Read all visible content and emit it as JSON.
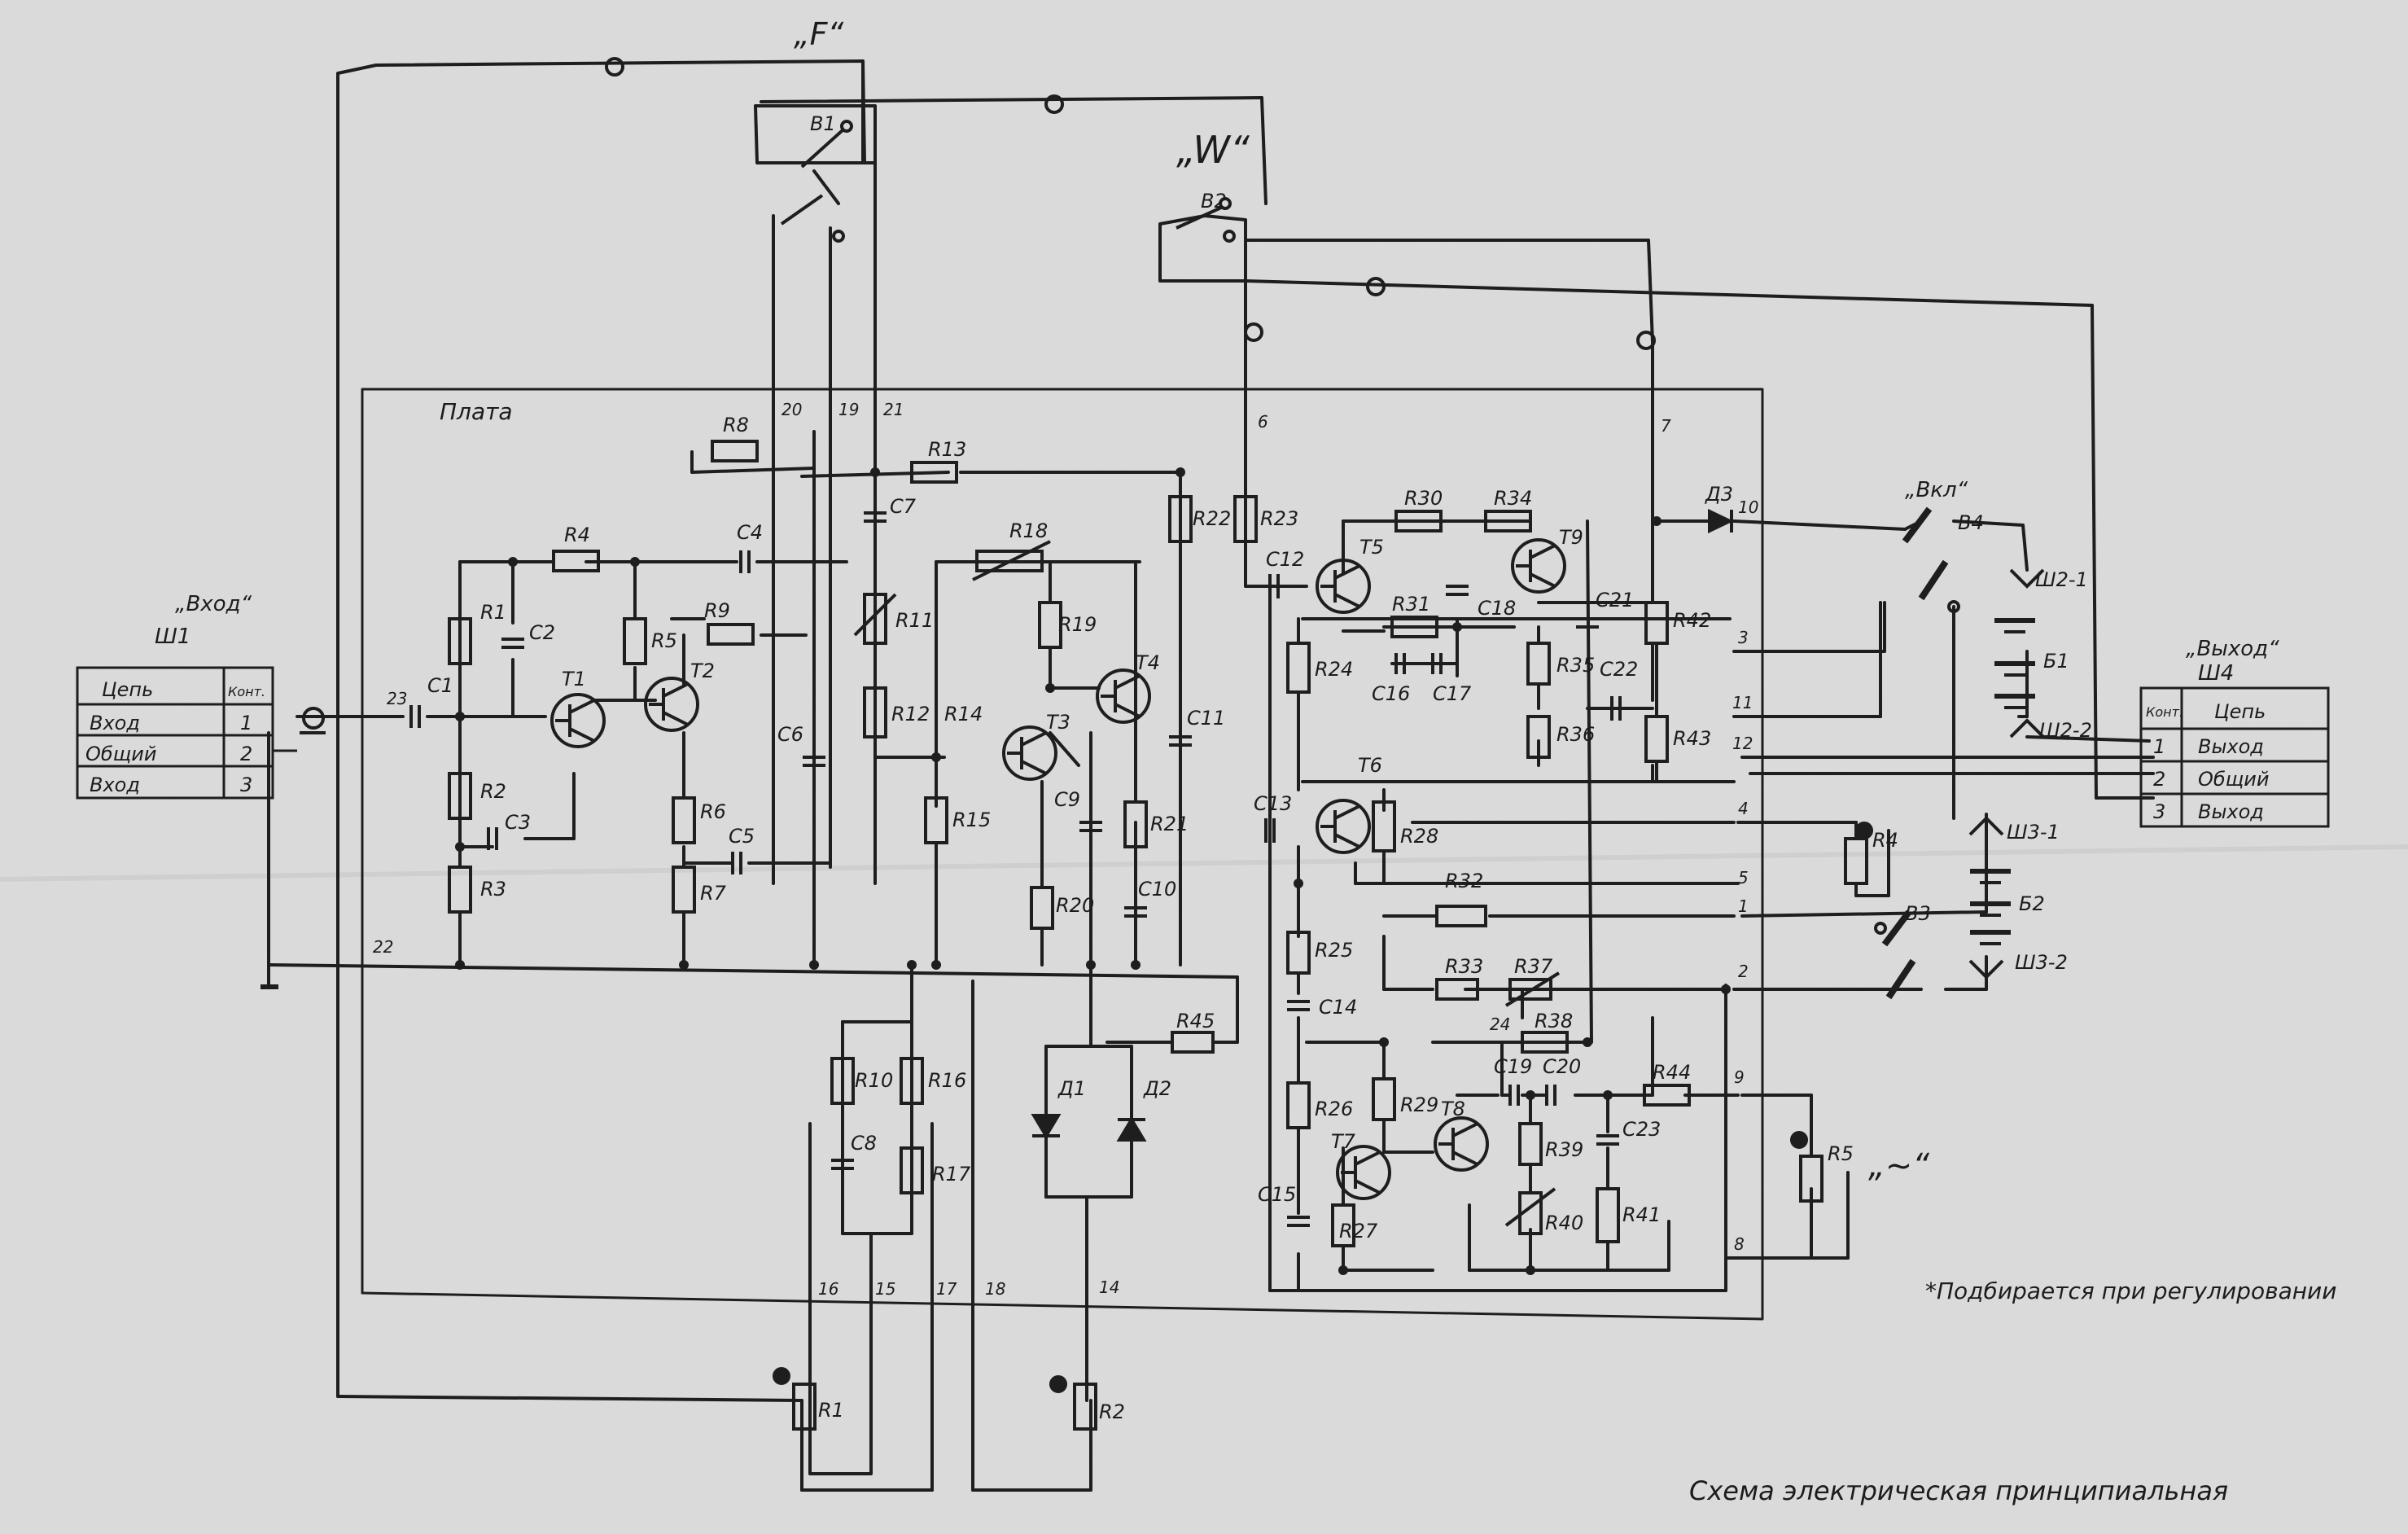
{
  "title": "Схема электрическая принципиальная",
  "note": "*Подбирается при регулировании",
  "board_label": "Плата",
  "switch_labels": {
    "f": "„F“",
    "w": "„W“",
    "on": "„Вкл“",
    "tilde": "„~“"
  },
  "input_connector": {
    "title": "„Вход“",
    "ref": "Ш1",
    "header": [
      "Цепь",
      "Конт."
    ],
    "rows": [
      [
        "Вход",
        "1"
      ],
      [
        "Общий",
        "2"
      ],
      [
        "Вход",
        "3"
      ]
    ]
  },
  "output_connector": {
    "title": "„Выход“",
    "ref": "Ш4",
    "header": [
      "Конт.",
      "Цепь"
    ],
    "rows": [
      [
        "1",
        "Выход"
      ],
      [
        "2",
        "Общий"
      ],
      [
        "3",
        "Выход"
      ]
    ]
  },
  "labels": {
    "R1": "R1",
    "R2": "R2",
    "R3": "R3",
    "R4": "R4",
    "R5": "R5",
    "R6": "R6",
    "R7": "R7",
    "R8": "R8",
    "R9": "R9",
    "R11": "R11",
    "R12": "R12",
    "R13": "R13",
    "R14": "R14",
    "R15": "R15",
    "R16": "R16",
    "R17": "R17",
    "R18": "R18",
    "R19": "R19",
    "R20": "R20",
    "R21": "R21",
    "R22": "R22",
    "R23": "R23",
    "R24": "R24",
    "R25": "R25",
    "R26": "R26",
    "R27": "R27",
    "R28": "R28",
    "R29": "R29",
    "R30": "R30",
    "R31": "R31",
    "R32": "R32",
    "R33": "R33",
    "R34": "R34",
    "R35": "R35",
    "R36": "R36",
    "R37": "R37",
    "R38": "R38",
    "R39": "R39",
    "R40": "R40",
    "R41": "R41",
    "R42": "R42",
    "R43": "R43",
    "R44": "R44",
    "R45": "R45",
    "R10": "R10",
    "R16b": "R16",
    "RR1": "R1",
    "RR2": "R2",
    "RR4": "R4",
    "RR5": "R5",
    "C1": "C1",
    "C2": "C2",
    "C3": "C3",
    "C4": "C4",
    "C5": "C5",
    "C6": "C6",
    "C7": "C7",
    "C8": "C8",
    "C9": "C9",
    "C10": "C10",
    "C11": "C11",
    "C12": "C12",
    "C13": "C13",
    "C14": "C14",
    "C15": "C15",
    "C16": "C16",
    "C17": "C17",
    "C18": "C18",
    "C19": "C19",
    "C20": "C20",
    "C21": "C21",
    "C22": "C22",
    "C23": "C23",
    "T1": "T1",
    "T2": "T2",
    "T3": "T3",
    "T4": "T4",
    "T5": "T5",
    "T6": "T6",
    "T7": "T7",
    "T8": "T8",
    "T9": "T9",
    "D1": "Д1",
    "D2": "Д2",
    "D3": "Д3",
    "B1sw": "В1",
    "B2sw": "В2",
    "B3sw": "В3",
    "B4sw": "В4",
    "BAT1": "Б1",
    "BAT2": "Б2",
    "SH21": "Ш2-1",
    "SH22": "Ш2-2",
    "SH31": "Ш3-1",
    "SH32": "Ш3-2"
  },
  "terminals": {
    "t1": "1",
    "t2": "2",
    "t3": "3",
    "t4": "4",
    "t5": "5",
    "t6": "6",
    "t7": "7",
    "t8": "8",
    "t9": "9",
    "t10": "10",
    "t11": "11",
    "t12": "12",
    "t14": "14",
    "t15": "15",
    "t16": "16",
    "t17": "17",
    "t18": "18",
    "t19": "19",
    "t20": "20",
    "t21": "21",
    "t22": "22",
    "t23": "23",
    "t24": "24"
  }
}
